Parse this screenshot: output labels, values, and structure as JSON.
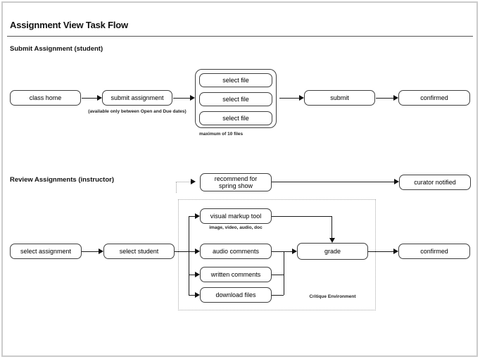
{
  "title": "Assignment View Task Flow",
  "student": {
    "label": "Submit Assignment (student)",
    "class_home": "class home",
    "submit_assignment": "submit assignment",
    "submit_note": "(available only between Open and Due dates)",
    "select_file": "select file",
    "files_note": "maximum of 10 files",
    "submit": "submit",
    "confirmed": "confirmed"
  },
  "instructor": {
    "label": "Review Assignments (instructor)",
    "recommend": "recommend for\nspring show",
    "curator_notified": "curator notified",
    "select_assignment": "select assignment",
    "select_student": "select student",
    "visual_markup_tool": "visual markup tool",
    "visual_markup_note": "image, video, audio, doc",
    "audio_comments": "audio comments",
    "written_comments": "written comments",
    "download_files": "download files",
    "grade": "grade",
    "confirmed": "confirmed",
    "critique_label": "Critique Environment"
  },
  "colors": {
    "node_border": "#3f3f3f",
    "connector": "#1a1a1a",
    "dashed_region_border": "#a8a8a8",
    "dotted_connector": "#999999",
    "frame_border": "#cbcbcb",
    "divider": "#555555",
    "background": "#ffffff"
  }
}
